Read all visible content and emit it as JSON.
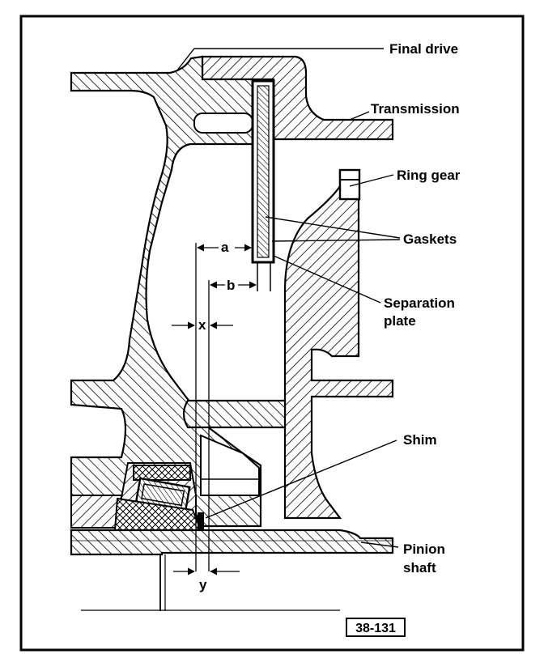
{
  "labels": {
    "final_drive": "Final drive",
    "transmission": "Transmission",
    "ring_gear": "Ring gear",
    "gaskets": "Gaskets",
    "separation_plate_line1": "Separation",
    "separation_plate_line2": "plate",
    "shim": "Shim",
    "pinion_shaft_line1": "Pinion",
    "pinion_shaft_line2": "shaft"
  },
  "dimensions": {
    "a": "a",
    "b": "b",
    "x": "x",
    "y": "y"
  },
  "figure_number": "38-131",
  "colors": {
    "line": "#000000",
    "background": "#ffffff"
  }
}
